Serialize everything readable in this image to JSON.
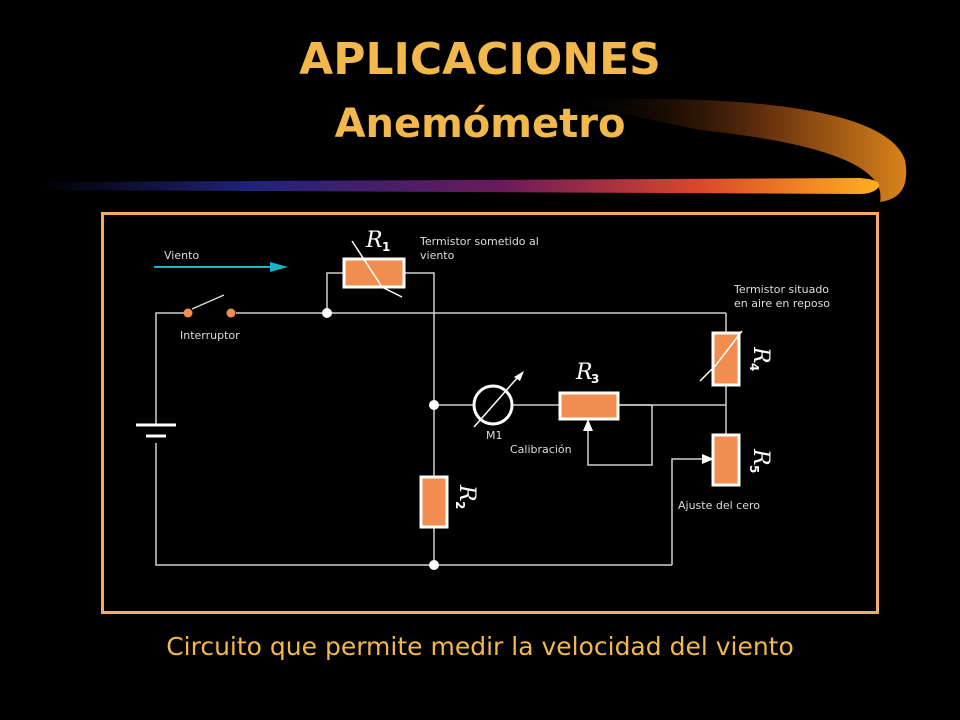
{
  "title": "APLICACIONES",
  "subtitle": "Anemómetro",
  "caption": "Circuito que permite medir la velocidad del viento",
  "colors": {
    "title": "#f3b84b",
    "frame": "#f6ac62",
    "resistor": "#f08d4f",
    "wind_arrow": "#19b3c8",
    "background": "#000000"
  },
  "diagram": {
    "labels": {
      "wind": "Viento",
      "switch": "Interruptor",
      "r1_note": [
        "Termistor sometido al",
        "viento"
      ],
      "r4_note": [
        "Termistor situado",
        "en aire en reposo"
      ],
      "meter": "M1",
      "calibration": "Calibración",
      "zero_adjust": "Ajuste del cero"
    },
    "resistors": [
      {
        "id": "R1",
        "letter": "R",
        "index": "1"
      },
      {
        "id": "R2",
        "letter": "R",
        "index": "2"
      },
      {
        "id": "R3",
        "letter": "R",
        "index": "3"
      },
      {
        "id": "R4",
        "letter": "R",
        "index": "4"
      },
      {
        "id": "R5",
        "letter": "R",
        "index": "5"
      }
    ]
  }
}
